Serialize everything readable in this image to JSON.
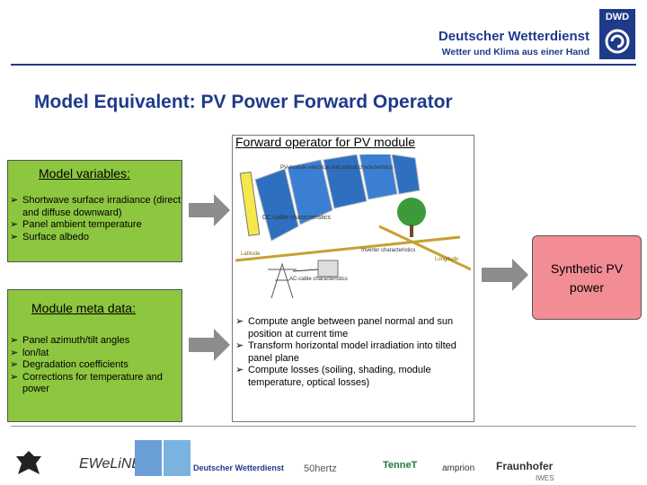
{
  "header": {
    "org_name": "Deutscher Wetterdienst",
    "org_tagline": "Wetter und Klima aus einer Hand",
    "logo_text": "DWD"
  },
  "title": "Model Equivalent: PV Power Forward Operator",
  "forward_operator": {
    "heading": "Forward operator for PV module",
    "diagram_labels": {
      "top": "PV-module electrical and optical characteristics",
      "inverter": "Inverter characteristics",
      "cable": "AC-cable characteristics",
      "latitude": "Latitude",
      "longitude": "Longitude",
      "dc_cable": "DC-cable characteristics"
    },
    "steps": [
      "Compute angle between panel normal and sun position at current time",
      "Transform horizontal model irradiation into tilted panel plane",
      "Compute losses (soiling, shading, module temperature, optical losses)"
    ]
  },
  "model_variables": {
    "heading": "Model variables:",
    "items": [
      "Shortwave surface irradiance (direct and diffuse downward)",
      "Panel ambient temperature",
      "Surface albedo"
    ]
  },
  "module_meta": {
    "heading": "Module meta data:",
    "items": [
      "Panel azimuth/tilt angles",
      "lon/lat",
      "Degradation coefficients",
      "Corrections for temperature and power"
    ]
  },
  "output": {
    "line1": "Synthetic PV",
    "line2": "power"
  },
  "footer": {
    "logos": [
      "EWeLiNE",
      "Deutscher Wetterdienst",
      "50hertz",
      "TenneT",
      "amprion",
      "Fraunhofer",
      "IWES"
    ]
  },
  "colors": {
    "brand_blue": "#1f3a8a",
    "green_box": "#8dc63f",
    "output_pink": "#f28d95",
    "arrow_grey": "#8c8c8c"
  }
}
